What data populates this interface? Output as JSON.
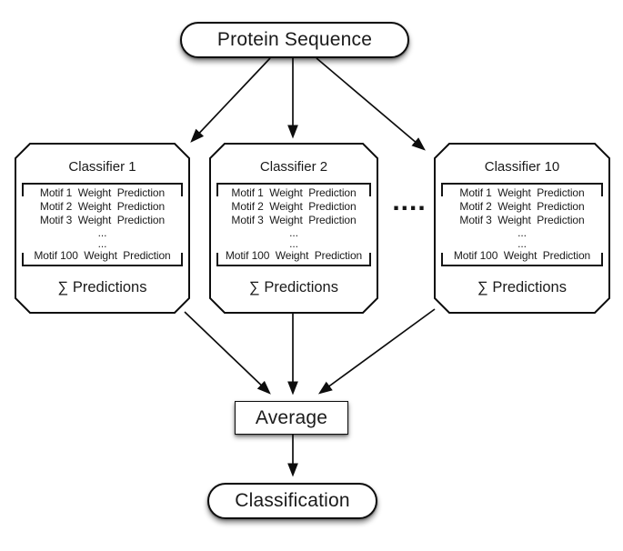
{
  "diagram": {
    "source_label": "Protein Sequence",
    "classifiers": [
      {
        "title": "Classifier 1",
        "rows": [
          "Motif 1  Weight  Prediction",
          "Motif 2  Weight  Prediction",
          "Motif 3  Weight  Prediction",
          "...",
          "...",
          "Motif 100  Weight  Prediction"
        ],
        "sum": "∑ Predictions"
      },
      {
        "title": "Classifier 2",
        "rows": [
          "Motif 1  Weight  Prediction",
          "Motif 2  Weight  Prediction",
          "Motif 3  Weight  Prediction",
          "...",
          "...",
          "Motif 100  Weight  Prediction"
        ],
        "sum": "∑ Predictions"
      },
      {
        "title": "Classifier 10",
        "rows": [
          "Motif 1  Weight  Prediction",
          "Motif 2  Weight  Prediction",
          "Motif 3  Weight  Prediction",
          "...",
          "...",
          "Motif 100  Weight  Prediction"
        ],
        "sum": "∑ Predictions"
      }
    ],
    "more_classifiers_dots": "....",
    "average_label": "Average",
    "output_label": "Classification"
  },
  "colors": {
    "line": "#0d0d0d",
    "background": "#ffffff",
    "text": "#1a1a1a"
  }
}
